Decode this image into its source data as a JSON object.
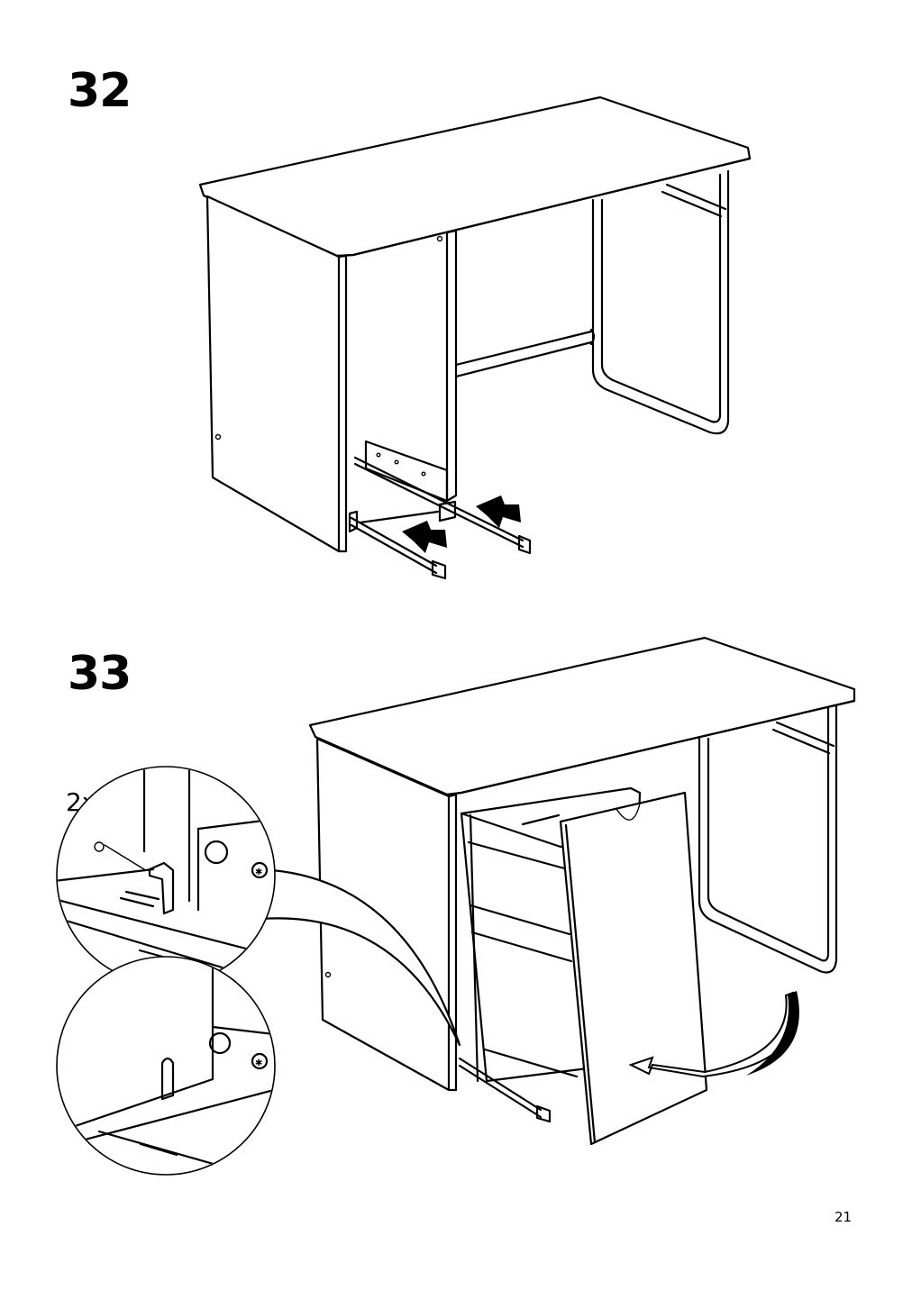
{
  "steps": [
    {
      "number": "32"
    },
    {
      "number": "33",
      "quantity_label": "2x"
    }
  ],
  "page_number": "21"
}
